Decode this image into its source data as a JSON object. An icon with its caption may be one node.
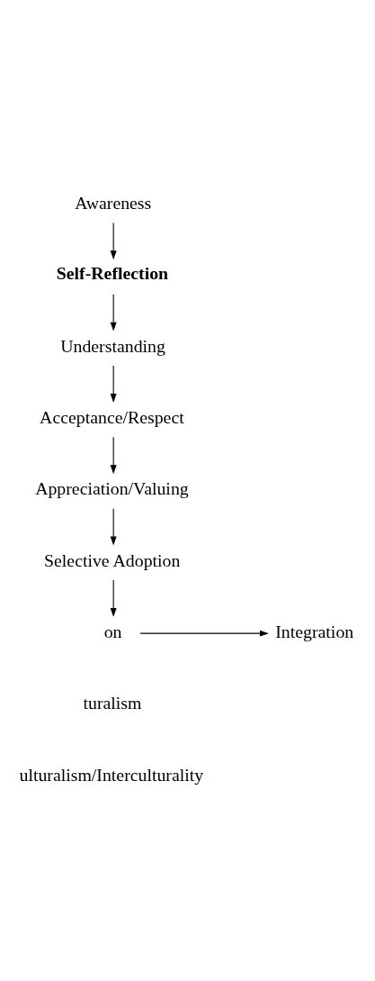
{
  "diagram": {
    "nodes": [
      {
        "text": [
          "Awareness"
        ]
      },
      {
        "text": [
          "Self-Reflection"
        ]
      },
      {
        "text": [
          "Understanding"
        ]
      },
      {
        "text": [
          "Acceptance/Respect"
        ]
      },
      {
        "text": [
          "Appreciation/Valuing"
        ]
      },
      {
        "text": [
          "Selective Adoption"
        ]
      },
      {
        "text": [
          "on"
        ]
      },
      {
        "text": [
          "Integration"
        ]
      }
    ],
    "edges": [
      {
        "from": 0,
        "to": 1,
        "arrow": "to"
      },
      {
        "from": 1,
        "to": 2,
        "arrow": "to"
      },
      {
        "from": 2,
        "to": 3,
        "arrow": "to"
      },
      {
        "from": 3,
        "to": 4,
        "arrow": "to"
      },
      {
        "from": 4,
        "to": 5,
        "arrow": "to"
      },
      {
        "from": 5,
        "to": 6,
        "arrow": "to"
      },
      {
        "from": 6,
        "to": 7,
        "arrow": "to"
      }
    ],
    "labels": [
      "turalism",
      "ulturalism/Interculturality"
    ]
  }
}
